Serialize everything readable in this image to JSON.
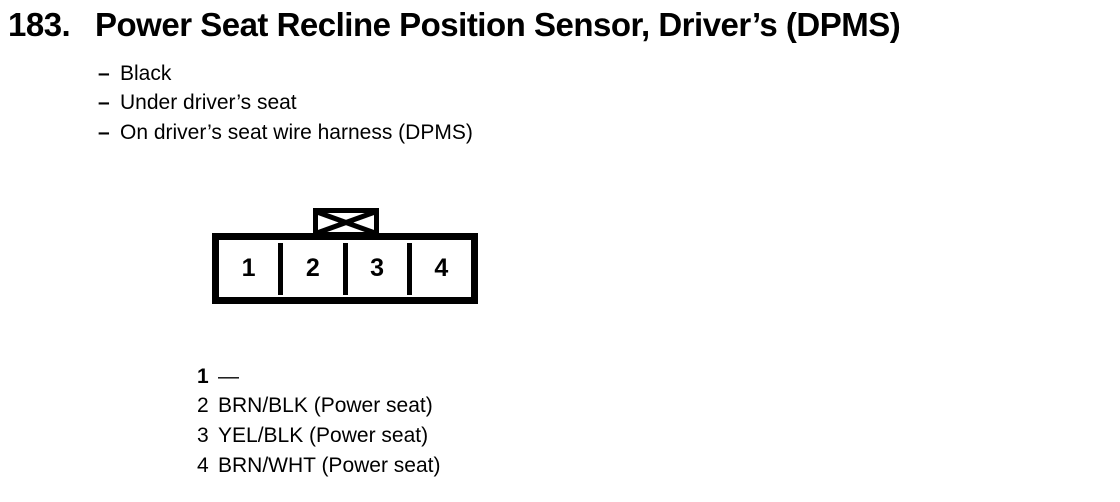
{
  "header": {
    "number": "183.",
    "title": "Power Seat Recline Position Sensor, Driver’s (DPMS)"
  },
  "details": {
    "bullet_dash": "–",
    "items": [
      "Black",
      "Under driver’s seat",
      "On driver’s seat wire harness (DPMS)"
    ]
  },
  "connector": {
    "pins": [
      "1",
      "2",
      "3",
      "4"
    ]
  },
  "pinout": {
    "rows": [
      {
        "pin": "1",
        "wire": "—"
      },
      {
        "pin": "2",
        "wire": "BRN/BLK (Power seat)"
      },
      {
        "pin": "3",
        "wire": "YEL/BLK (Power seat)"
      },
      {
        "pin": "4",
        "wire": "BRN/WHT (Power seat)"
      }
    ]
  },
  "colors": {
    "ink": "#000000",
    "background": "#ffffff"
  }
}
